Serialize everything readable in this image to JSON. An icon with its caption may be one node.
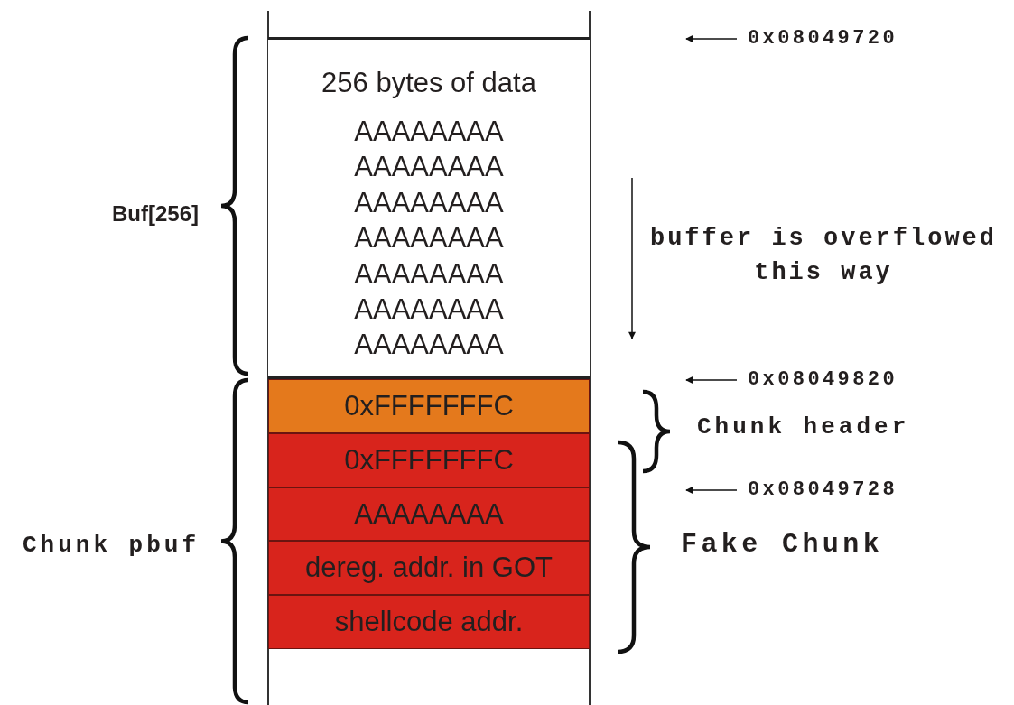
{
  "diagram": {
    "nodes": [
      {
        "text": [
          "256 bytes of data",
          "AAAAAAAA",
          "AAAAAAAA",
          "AAAAAAAA",
          "AAAAAAAA",
          "AAAAAAAA",
          "AAAAAAAA",
          "AAAAAAAA"
        ]
      },
      {
        "text": [
          "0xFFFFFFFC"
        ]
      },
      {
        "text": [
          "0xFFFFFFFC"
        ]
      },
      {
        "text": [
          "AAAAAAAA"
        ]
      },
      {
        "text": [
          "dereg. addr. in GOT"
        ]
      },
      {
        "text": [
          "shellcode addr."
        ]
      },
      {
        "text": [
          "0x08049720"
        ]
      },
      {
        "text": [
          "0x08049820"
        ]
      },
      {
        "text": [
          "0x08049728"
        ]
      }
    ],
    "edges": [
      {
        "from": 6,
        "to": null,
        "arrow": "to"
      },
      {
        "from": 7,
        "to": null,
        "arrow": "to"
      },
      {
        "from": 8,
        "to": null,
        "arrow": "to"
      }
    ],
    "labels": [
      "Buf[256]",
      "buffer is overflowed this way",
      "Chunk header",
      "Chunk pbuf",
      "Fake Chunk"
    ]
  }
}
